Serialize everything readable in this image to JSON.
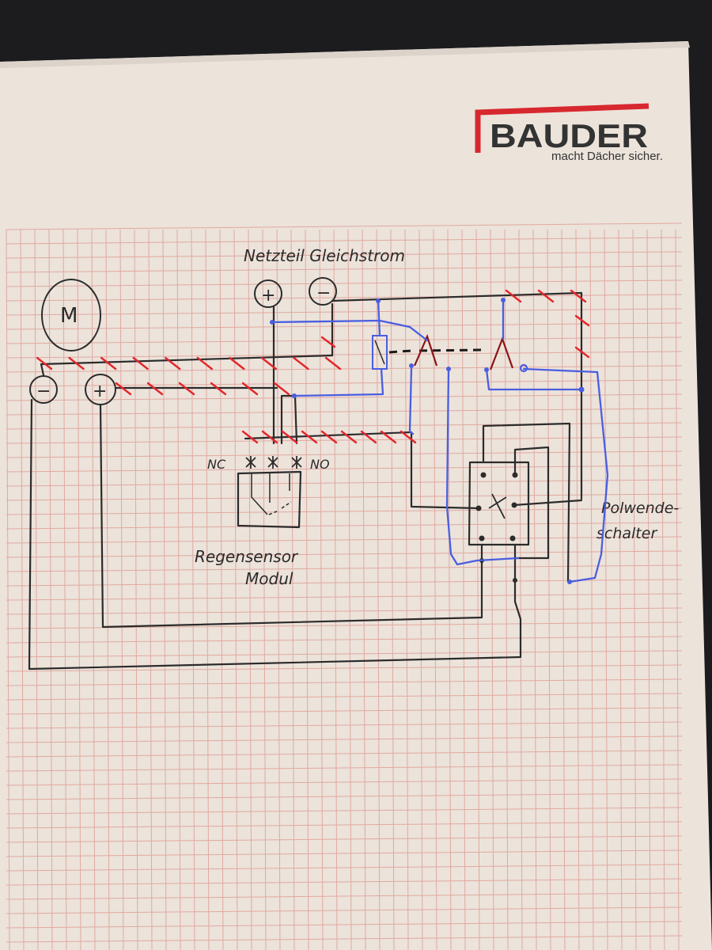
{
  "logo": {
    "brand": "BAUDER",
    "tagline": "macht Dächer sicher."
  },
  "labels": {
    "motor": "M",
    "motor_minus": "−",
    "motor_plus": "+",
    "psu_title": "Netzteil  Gleichstrom",
    "psu_plus": "+",
    "psu_minus": "−",
    "nc": "NC",
    "no": "NO",
    "sensor_line1": "Regensensor",
    "sensor_line2": "Modul",
    "switch_line1": "Polwende-",
    "switch_line2": "schalter",
    "switch_x": "X"
  },
  "colors": {
    "paper": "#ece3db",
    "grid": "#e0a9a0",
    "ink": "#2b2b2b",
    "blue": "#4a5ee0",
    "red": "#e3262b",
    "dark_red": "#8b1418",
    "logo_red": "#d7282f",
    "logo_grey": "#333333"
  }
}
